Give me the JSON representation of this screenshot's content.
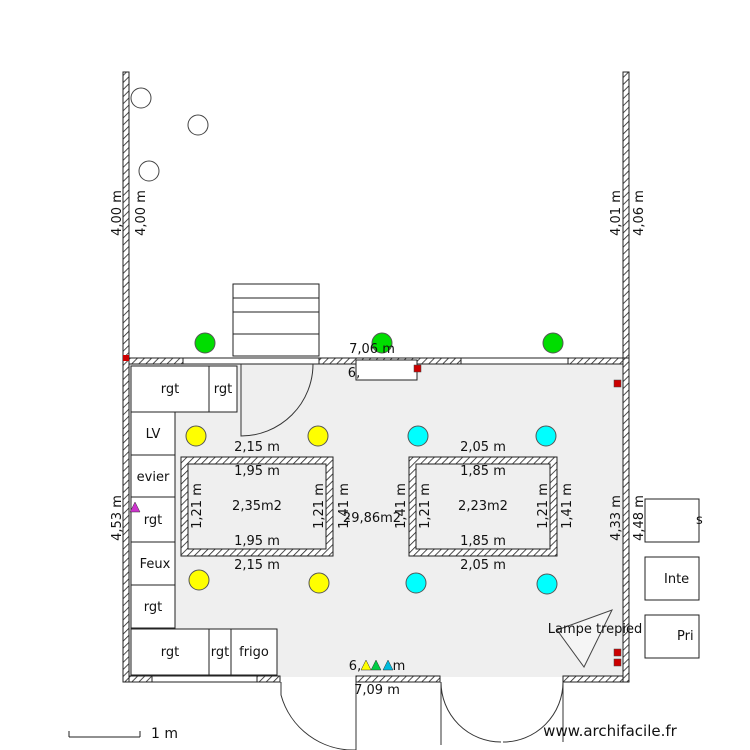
{
  "plan": {
    "outer_dims": {
      "left_top_a": "4,00 m",
      "left_top_b": "4,00 m",
      "right_top_a": "4,01 m",
      "right_top_b": "4,06 m",
      "top_width": "7,06 m",
      "top_width_inner": "6,",
      "left_room": "4,53 m",
      "right_room_a": "4,33 m",
      "right_room_b": "4,48 m",
      "bottom_inner": "6,",
      "bottom_inner_tail": "m",
      "bottom_width": "7,09 m"
    },
    "room_area": "29,86m2",
    "furniture": {
      "rgt_top_1": "rgt",
      "rgt_top_2": "rgt",
      "lv": "LV",
      "evier": "evier",
      "rgt_mid": "rgt",
      "feux": "Feux",
      "rgt_low": "rgt",
      "rgt_bottom": "rgt",
      "rgt_small": "rgt",
      "frigo": "frigo"
    },
    "table_left": {
      "outer_top": "2,15 m",
      "outer_bottom": "2,15 m",
      "inner_top": "1,95 m",
      "inner_bottom": "1,95 m",
      "area": "2,35m2",
      "side_left": "1,21 m",
      "side_right": "1,21 m",
      "side_outer": "1,41 m"
    },
    "table_right": {
      "outer_top": "2,05 m",
      "outer_bottom": "2,05 m",
      "inner_top": "1,85 m",
      "inner_bottom": "1,85 m",
      "area": "2,23m2",
      "side_outer_left": "1,41 m",
      "side_left": "1,21 m",
      "side_right": "1,21 m",
      "side_outer_right": "1,41 m"
    },
    "lamp_label": "Lampe trepied",
    "outside_right": {
      "box_1": "s",
      "box_2": "Inte",
      "box_3": "Pri"
    },
    "colors": {
      "yellow_seat": "#ffff00",
      "cyan_seat": "#00ffff",
      "green_light": "#00dd00",
      "red_marker": "#cc0000",
      "magenta_marker": "#cc33cc",
      "floor": "#efefef",
      "wall": "#222222"
    },
    "icons": {
      "chair": "circle",
      "plant": "circle",
      "marker": "triangle",
      "socket": "square"
    }
  },
  "scale_label": "1 m",
  "watermark": "www.archifacile.fr"
}
